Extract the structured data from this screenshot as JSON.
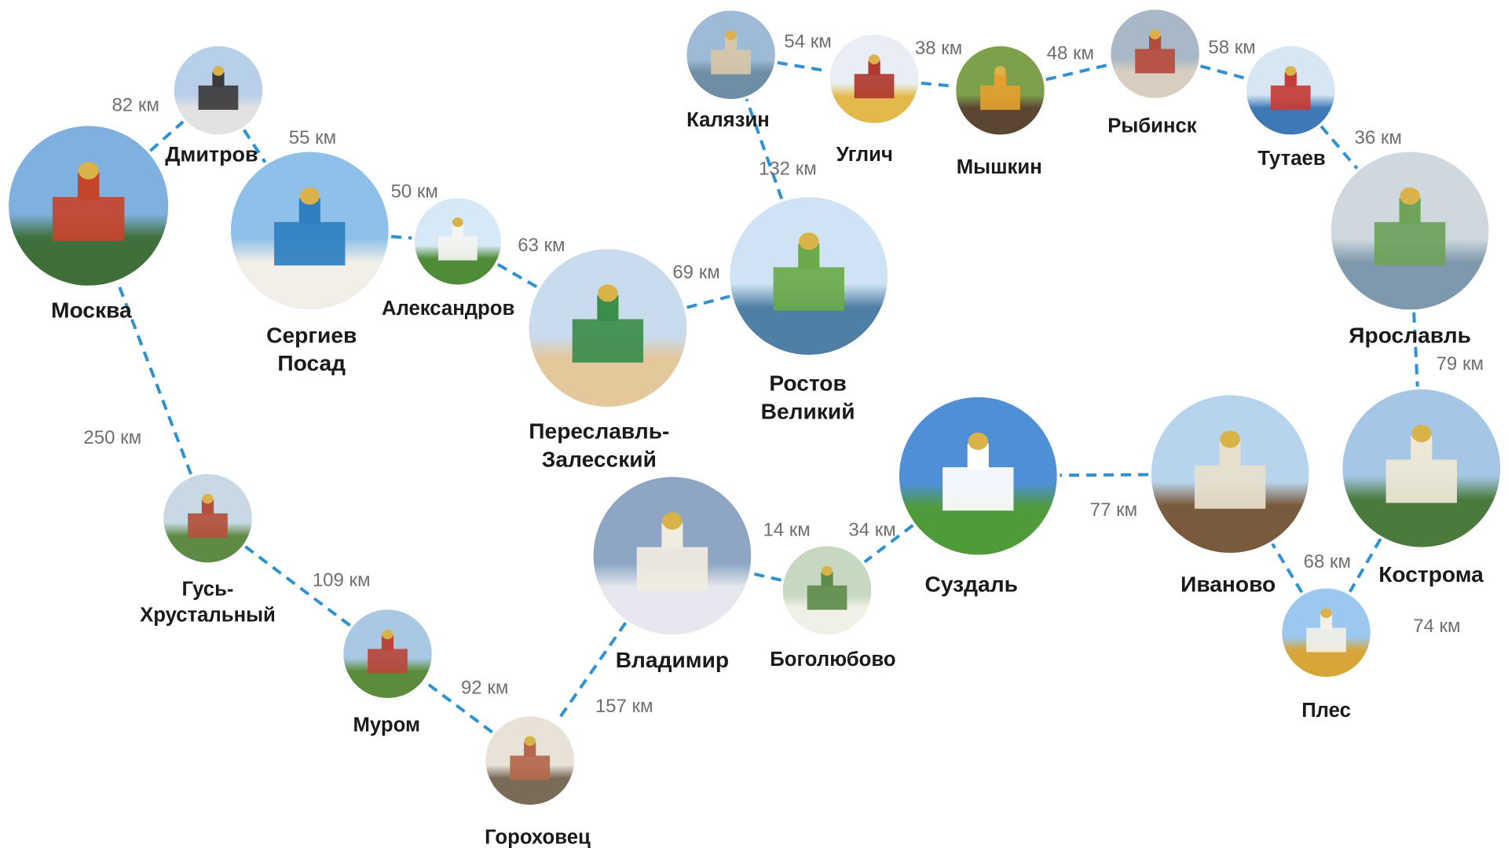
{
  "map": {
    "cities": [
      {
        "id": "moskva",
        "name": "Москва",
        "colors": [
          "#7fb0e0",
          "#c5442c",
          "#3f6f3a"
        ]
      },
      {
        "id": "dmitrov",
        "name": "Дмитров",
        "colors": [
          "#b7cfe8",
          "#3b3b3b",
          "#e2e2e2"
        ]
      },
      {
        "id": "sergiev-posad",
        "name": "Сергиев Посад",
        "colors": [
          "#8fc0ea",
          "#2f7fc0",
          "#f1efe8"
        ]
      },
      {
        "id": "aleksandrov",
        "name": "Александров",
        "colors": [
          "#d7e9f6",
          "#f4f4f0",
          "#4f8c3a"
        ]
      },
      {
        "id": "pereslavl",
        "name": "Переславль-Залесский",
        "colors": [
          "#c8dcee",
          "#3c8c4c",
          "#e4c79a"
        ]
      },
      {
        "id": "rostov",
        "name": "Ростов Великий",
        "colors": [
          "#cfe3f4",
          "#6aaa4a",
          "#4f7fa5"
        ]
      },
      {
        "id": "kalyazin",
        "name": "Калязин",
        "colors": [
          "#9fbad6",
          "#d6c8a8",
          "#6f8ea6"
        ]
      },
      {
        "id": "uglich",
        "name": "Углич",
        "colors": [
          "#e8eef4",
          "#b03a2e",
          "#e4b94c"
        ]
      },
      {
        "id": "myshkin",
        "name": "Мышкин",
        "colors": [
          "#7ea04a",
          "#e3a030",
          "#5a4632"
        ]
      },
      {
        "id": "rybinsk",
        "name": "Рыбинск",
        "colors": [
          "#a8b8c6",
          "#b54b3c",
          "#d8cfc0"
        ]
      },
      {
        "id": "tutaev",
        "name": "Тутаев",
        "colors": [
          "#d7e6f2",
          "#c63c36",
          "#3e78b6"
        ]
      },
      {
        "id": "yaroslavl",
        "name": "Ярославль",
        "colors": [
          "#cfd8de",
          "#6fa25a",
          "#7e98ad"
        ]
      },
      {
        "id": "kostroma",
        "name": "Кострома",
        "colors": [
          "#a6c6e6",
          "#efe7d6",
          "#4a7a3c"
        ]
      },
      {
        "id": "ples",
        "name": "Плес",
        "colors": [
          "#9cc8f0",
          "#f2f0e8",
          "#d6a63a"
        ]
      },
      {
        "id": "ivanovo",
        "name": "Иваново",
        "colors": [
          "#b8d3ec",
          "#e8e0cc",
          "#7a5a3c"
        ]
      },
      {
        "id": "suzdal",
        "name": "Суздаль",
        "colors": [
          "#4f8fd6",
          "#ffffff",
          "#4f9a3a"
        ]
      },
      {
        "id": "bogolyubovo",
        "name": "Боголюбово",
        "colors": [
          "#c6d8c0",
          "#5e8c4a",
          "#f0f0e8"
        ]
      },
      {
        "id": "vladimir",
        "name": "Владимир",
        "colors": [
          "#8ea6c4",
          "#f0ece0",
          "#e6e8ee"
        ]
      },
      {
        "id": "gorokhovets",
        "name": "Гороховец",
        "colors": [
          "#e8e2d8",
          "#b4674a",
          "#7a6a58"
        ]
      },
      {
        "id": "murom",
        "name": "Муром",
        "colors": [
          "#a9c8e4",
          "#b8463a",
          "#5a8c3c"
        ]
      },
      {
        "id": "gus-khrustalny",
        "name": "Гусь-Хрустальный",
        "colors": [
          "#c8d8e4",
          "#b4503c",
          "#5f8a46"
        ]
      }
    ],
    "routes": [
      {
        "from": "moskva",
        "to": "dmitrov",
        "distance": "82 км"
      },
      {
        "from": "dmitrov",
        "to": "sergiev-posad",
        "distance": "55 км"
      },
      {
        "from": "sergiev-posad",
        "to": "aleksandrov",
        "distance": "50 км"
      },
      {
        "from": "aleksandrov",
        "to": "pereslavl",
        "distance": "63 км"
      },
      {
        "from": "pereslavl",
        "to": "rostov",
        "distance": "69 км"
      },
      {
        "from": "rostov",
        "to": "kalyazin",
        "distance": "132 км"
      },
      {
        "from": "kalyazin",
        "to": "uglich",
        "distance": "54 км"
      },
      {
        "from": "uglich",
        "to": "myshkin",
        "distance": "38 км"
      },
      {
        "from": "myshkin",
        "to": "rybinsk",
        "distance": "48 км"
      },
      {
        "from": "rybinsk",
        "to": "tutaev",
        "distance": "58 км"
      },
      {
        "from": "tutaev",
        "to": "yaroslavl",
        "distance": "36 км"
      },
      {
        "from": "yaroslavl",
        "to": "kostroma",
        "distance": "79 км"
      },
      {
        "from": "kostroma",
        "to": "ples",
        "distance": "74 км"
      },
      {
        "from": "ples",
        "to": "ivanovo",
        "distance": "68 км"
      },
      {
        "from": "ivanovo",
        "to": "suzdal",
        "distance": "77 км"
      },
      {
        "from": "suzdal",
        "to": "bogolyubovo",
        "distance": "34 км"
      },
      {
        "from": "bogolyubovo",
        "to": "vladimir",
        "distance": "14 км"
      },
      {
        "from": "vladimir",
        "to": "gorokhovets",
        "distance": "157 км"
      },
      {
        "from": "gorokhovets",
        "to": "murom",
        "distance": "92 км"
      },
      {
        "from": "murom",
        "to": "gus-khrustalny",
        "distance": "109 км"
      },
      {
        "from": "gus-khrustalny",
        "to": "moskva",
        "distance": "250 км"
      }
    ]
  }
}
